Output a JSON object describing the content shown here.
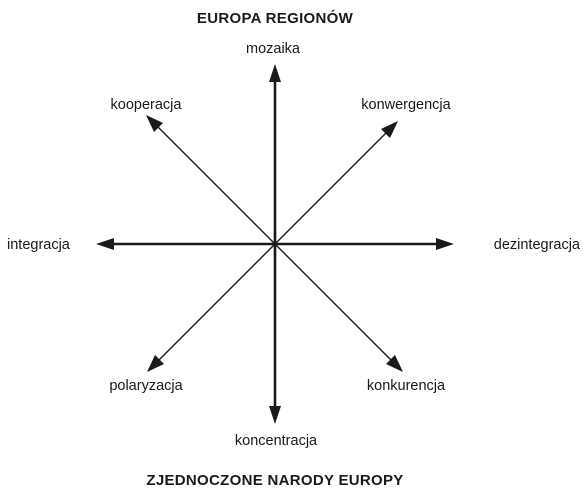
{
  "diagram": {
    "title_top": "EUROPA REGIONÓW",
    "title_bottom": "ZJEDNOCZONE NARODY EUROPY",
    "poles": {
      "north": "mozaika",
      "south": "koncentracja",
      "west": "integracja",
      "east": "dezintegracja",
      "north_west": "kooperacja",
      "north_east": "konwergencja",
      "south_west": "polaryzacja",
      "south_east": "konkurencja"
    }
  },
  "colors": {
    "ink": "#1a1a1a",
    "background": "#ffffff"
  }
}
